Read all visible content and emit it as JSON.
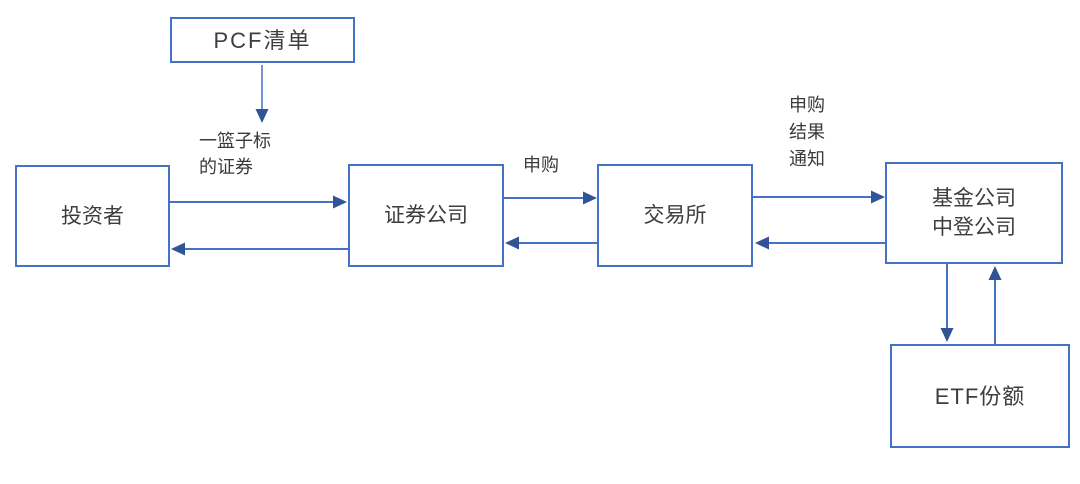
{
  "diagram": {
    "title_hint": "ETF subscription flow diagram",
    "colors": {
      "background": "#ffffff",
      "box_border": "#4472C4",
      "arrow_line": "#4472C4",
      "arrow_head": "#2F5597",
      "text": "#3d3d3d"
    },
    "nodes": {
      "pcf": {
        "label": "PCF清单"
      },
      "investor": {
        "label": "投资者"
      },
      "securities": {
        "label": "证券公司"
      },
      "exchange": {
        "label": "交易所"
      },
      "fund": {
        "label": "基金公司\n中登公司"
      },
      "etf": {
        "label": "ETF份额"
      }
    },
    "edge_labels": {
      "basket": "一篮子标\n的证券",
      "subscribe": "申购",
      "result_notice": "申购\n结果\n通知"
    }
  }
}
